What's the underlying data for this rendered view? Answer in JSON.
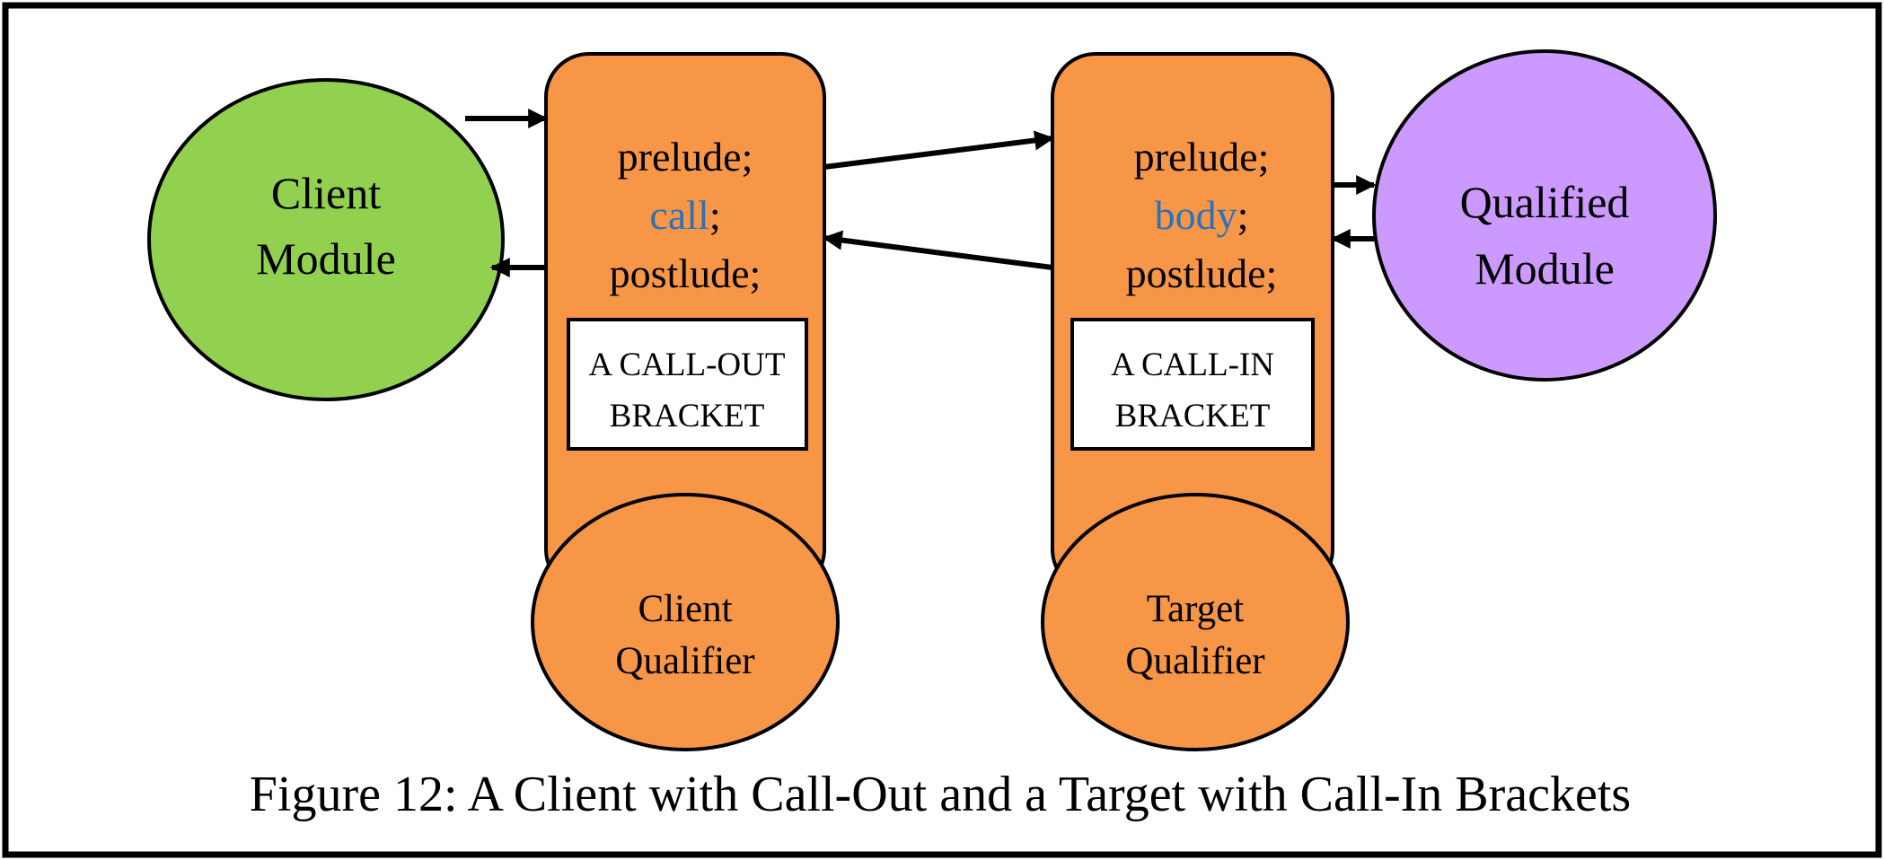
{
  "colors": {
    "client_module": "#92d050",
    "qualified_module": "#cc99ff",
    "bracket_fill": "#f79646",
    "keyword": "#2a73b9",
    "outline": "#000000"
  },
  "client_module": {
    "line1": "Client",
    "line2": "Module"
  },
  "qualified_module": {
    "line1": "Qualified",
    "line2": "Module"
  },
  "call_out_bracket": {
    "prelude": "prelude;",
    "keyword": "call",
    "semicolon": ";",
    "postlude": "postlude;",
    "box_line1": "A CALL-OUT",
    "box_line2": "BRACKET"
  },
  "call_in_bracket": {
    "prelude": "prelude;",
    "keyword": "body",
    "semicolon": ";",
    "postlude": "postlude;",
    "box_line1": "A CALL-IN",
    "box_line2": "BRACKET"
  },
  "client_qualifier": {
    "line1": "Client",
    "line2": "Qualifier"
  },
  "target_qualifier": {
    "line1": "Target",
    "line2": "Qualifier"
  },
  "caption": "Figure 12: A Client with Call-Out and a Target with Call-In Brackets"
}
